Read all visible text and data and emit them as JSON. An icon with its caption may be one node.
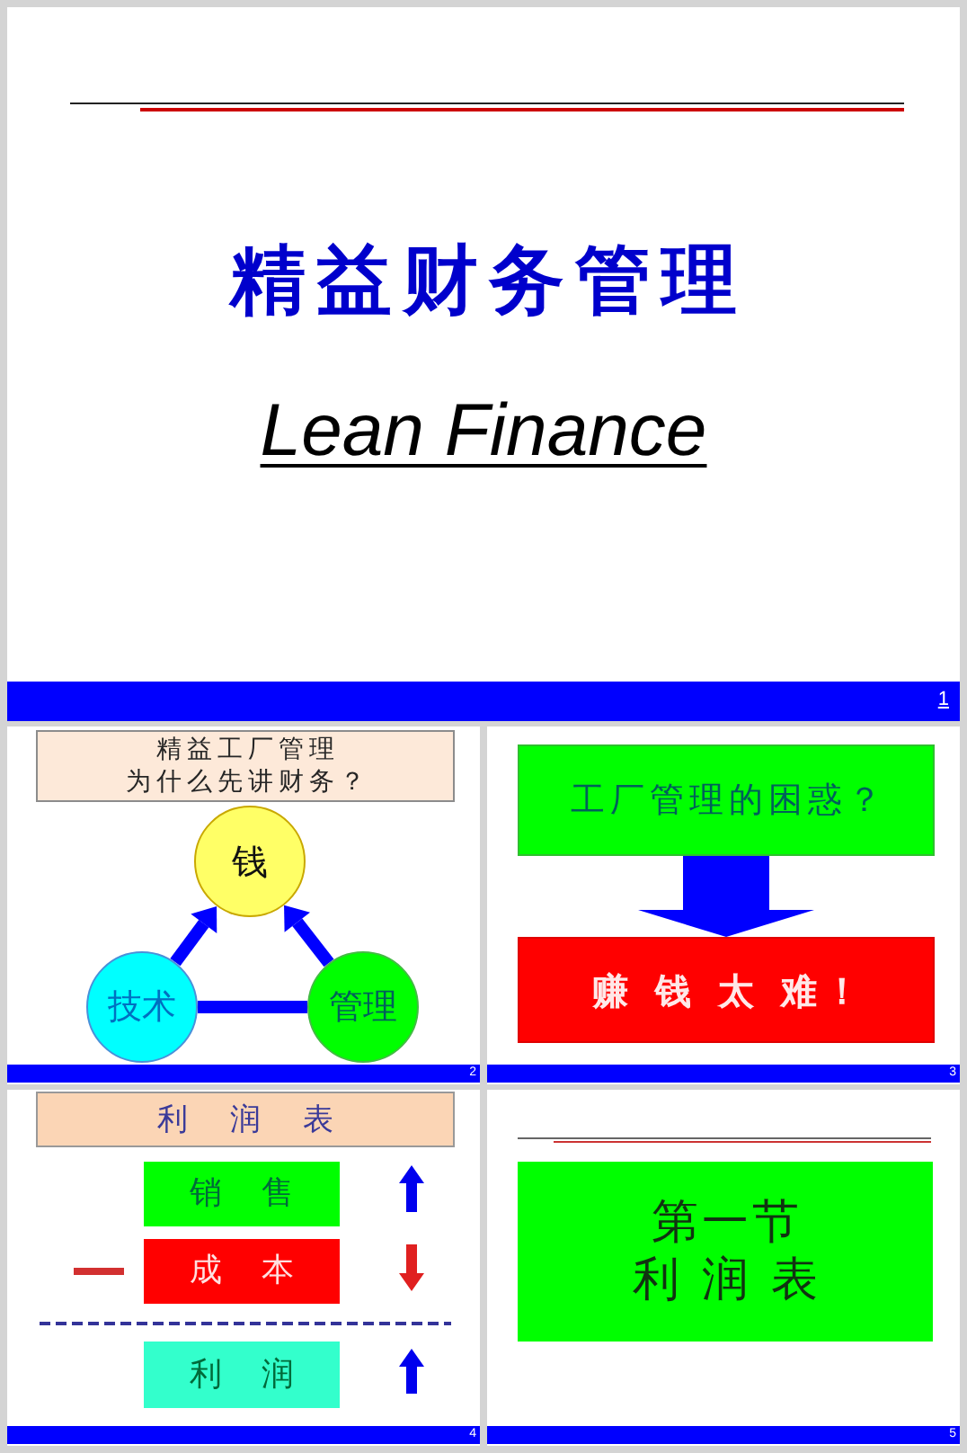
{
  "diagram": {
    "title": "精益财务管理",
    "nodes": [
      {
        "text": [
          "精益工厂管理",
          "为什么先讲财务？"
        ]
      },
      {
        "text": [
          "钱"
        ]
      },
      {
        "text": [
          "技术"
        ]
      },
      {
        "text": [
          "管理"
        ]
      },
      {
        "text": [
          "工厂管理的困惑？"
        ]
      },
      {
        "text": [
          "赚 钱 太 难！"
        ]
      },
      {
        "text": [
          "利 润 表"
        ]
      },
      {
        "text": [
          "销 售"
        ]
      },
      {
        "text": [
          "成 本"
        ]
      },
      {
        "text": [
          "利 润"
        ]
      },
      {
        "text": [
          "第一节",
          "利 润 表"
        ]
      }
    ],
    "edges": [
      {
        "from": 2,
        "to": 1,
        "arrow": "to"
      },
      {
        "from": 3,
        "to": 1,
        "arrow": "to"
      },
      {
        "from": 2,
        "to": 3,
        "arrow": "none"
      },
      {
        "from": 4,
        "to": 5,
        "arrow": "to",
        "style": "thick"
      }
    ],
    "labels": [
      "Lean Finance",
      "1",
      "2",
      "3",
      "4",
      "5"
    ]
  }
}
